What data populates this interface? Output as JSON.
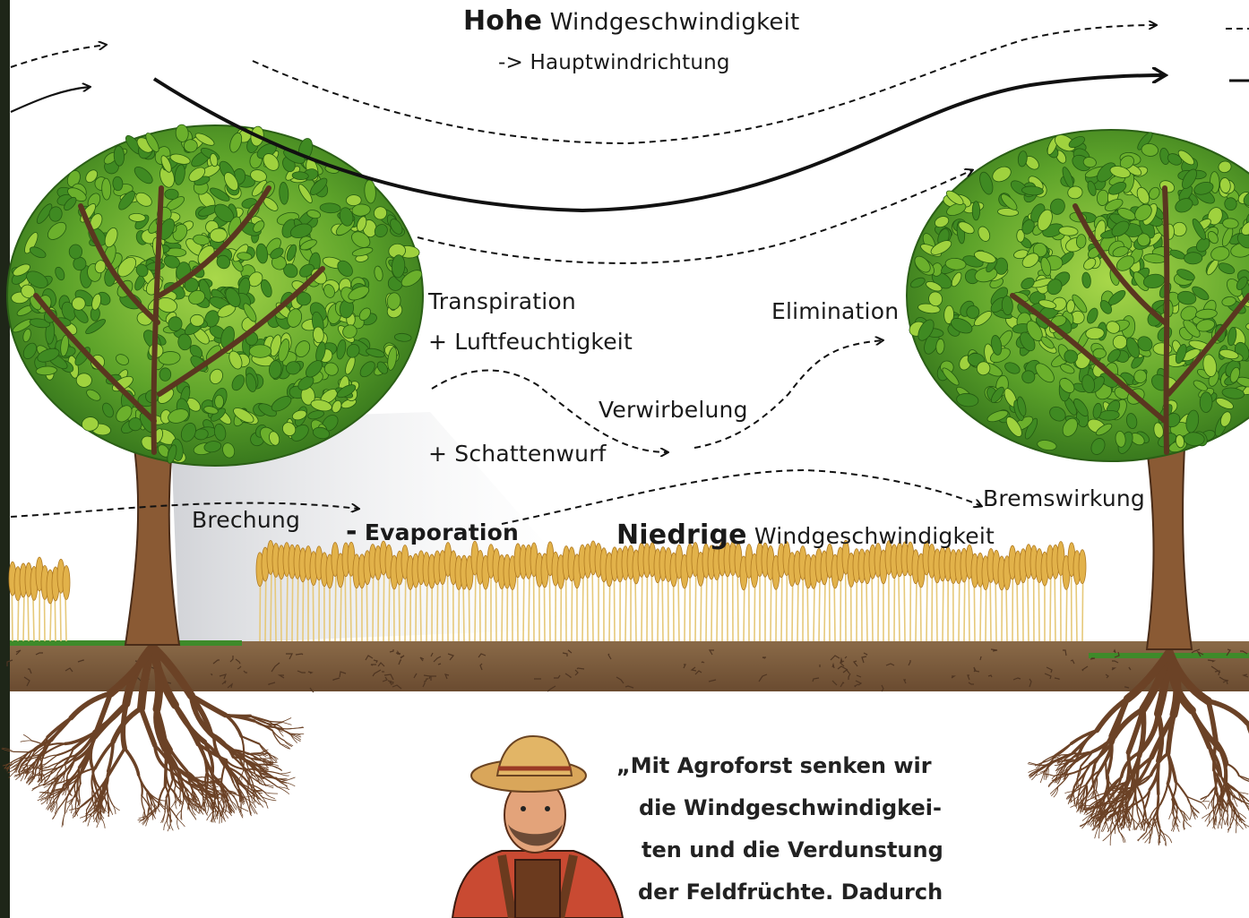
{
  "labels": {
    "high_word": "Hohe",
    "high_rest": "Windgeschwindigkeit",
    "main_direction": "-> Hauptwindrichtung",
    "transpiration": "Transpiration",
    "humidity": "+ Luftfeuchtigkeit",
    "elimination": "Elimination",
    "turbulence": "Verwirbelung",
    "shade": "+ Schattenwurf",
    "refraction": "Brechung",
    "evaporation_sign": "-",
    "evaporation": "Evaporation",
    "low_word": "Niedrige",
    "low_rest": "Windgeschwindigkeit",
    "braking": "Bremswirkung"
  },
  "quote": {
    "line1": "„Mit Agroforst senken wir",
    "line2": "die Windgeschwindigkei-",
    "line3": "ten und die Verdunstung",
    "line4": "der Feldfrüchte. Dadurch"
  },
  "colors": {
    "leaf_dark": "#2f7d1e",
    "leaf_light": "#8fc936",
    "trunk": "#7a4a2a",
    "soil": "#7b5a3c",
    "grain": "#e2b24a",
    "arrow": "#111111"
  }
}
